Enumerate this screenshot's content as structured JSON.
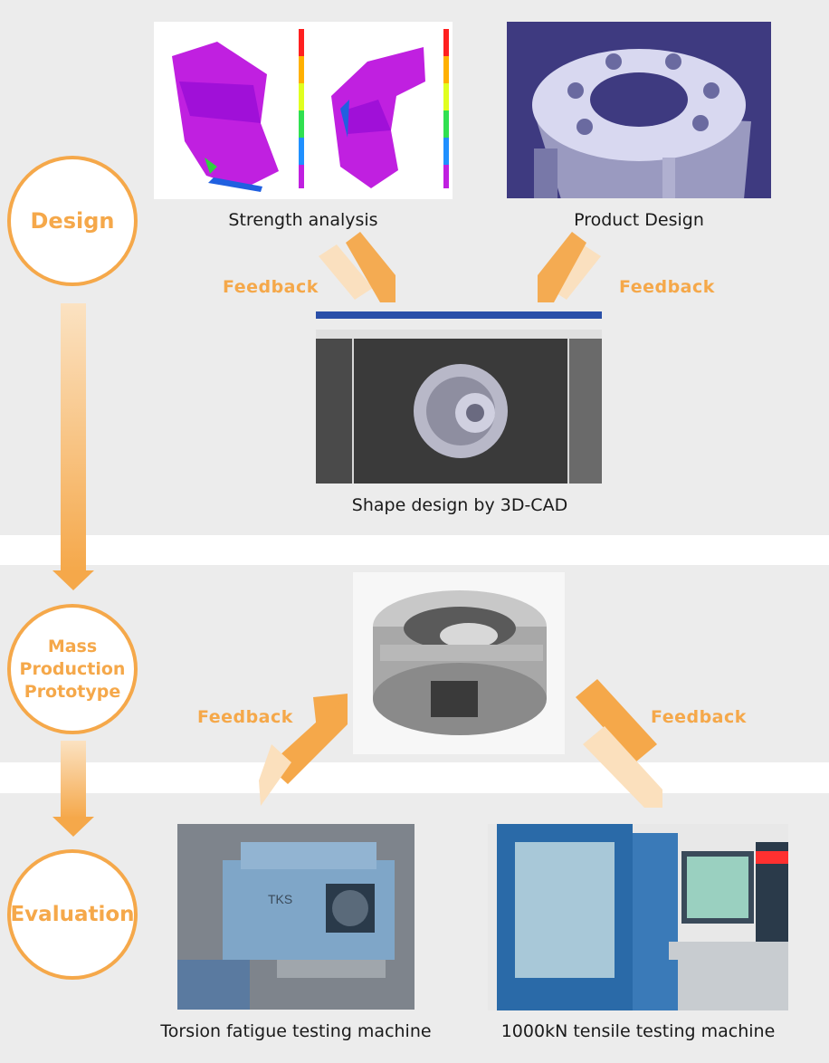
{
  "stages": {
    "design": "Design",
    "mass_production": [
      "Mass",
      "Production",
      "Prototype"
    ],
    "evaluation": "Evaluation"
  },
  "captions": {
    "strength_analysis": "Strength analysis",
    "product_design": "Product Design",
    "shape_design": "Shape design by 3D-CAD",
    "torsion": "Torsion fatigue testing machine",
    "tensile": "1000kN tensile testing machine"
  },
  "feedback_label": "Feedback",
  "machine_brand": "TKS",
  "colors": {
    "accent": "#f5a84a",
    "band": "#ececec"
  }
}
